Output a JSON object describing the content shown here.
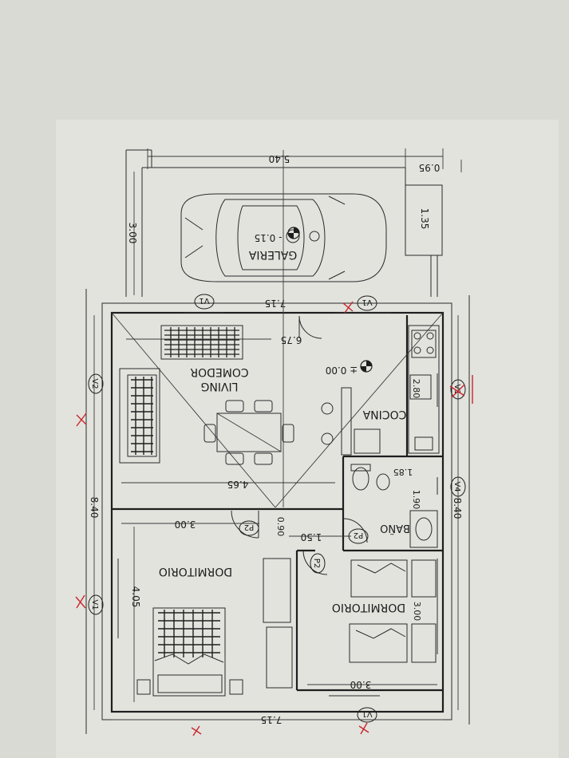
{
  "rooms": {
    "galeria": "GALERIA",
    "galeria_level": "- 0.15",
    "living": "LIVING",
    "comedor": "COMEDOR",
    "cocina": "COCINA",
    "cocina_level": "± 0.00",
    "bano": "BAÑO",
    "dormitorio_1": "DORMITORIO",
    "dormitorio_2": "DORMITORIO"
  },
  "dimensions": {
    "top_540": "5.40",
    "top_095": "0.95",
    "galeria_300": "3.00",
    "garage_135": "1.35",
    "house_715_top": "7.15",
    "house_715_bottom": "7.15",
    "left_840": "8.40",
    "right_840": "8.40",
    "living_675": "6.75",
    "living_465": "4.65",
    "cocina_280": "2.80",
    "bano_185": "1.85",
    "bano_190": "1.90",
    "hall_150": "1.50",
    "hall_090": "0.90",
    "dorm1_300": "3.00",
    "dorm1_405": "4.05",
    "dorm2_300": "3.00",
    "dorm2_300_b": "3.00"
  },
  "tags": {
    "v1": "V1",
    "v2": "V2",
    "v4": "V4",
    "p2": "P2"
  }
}
